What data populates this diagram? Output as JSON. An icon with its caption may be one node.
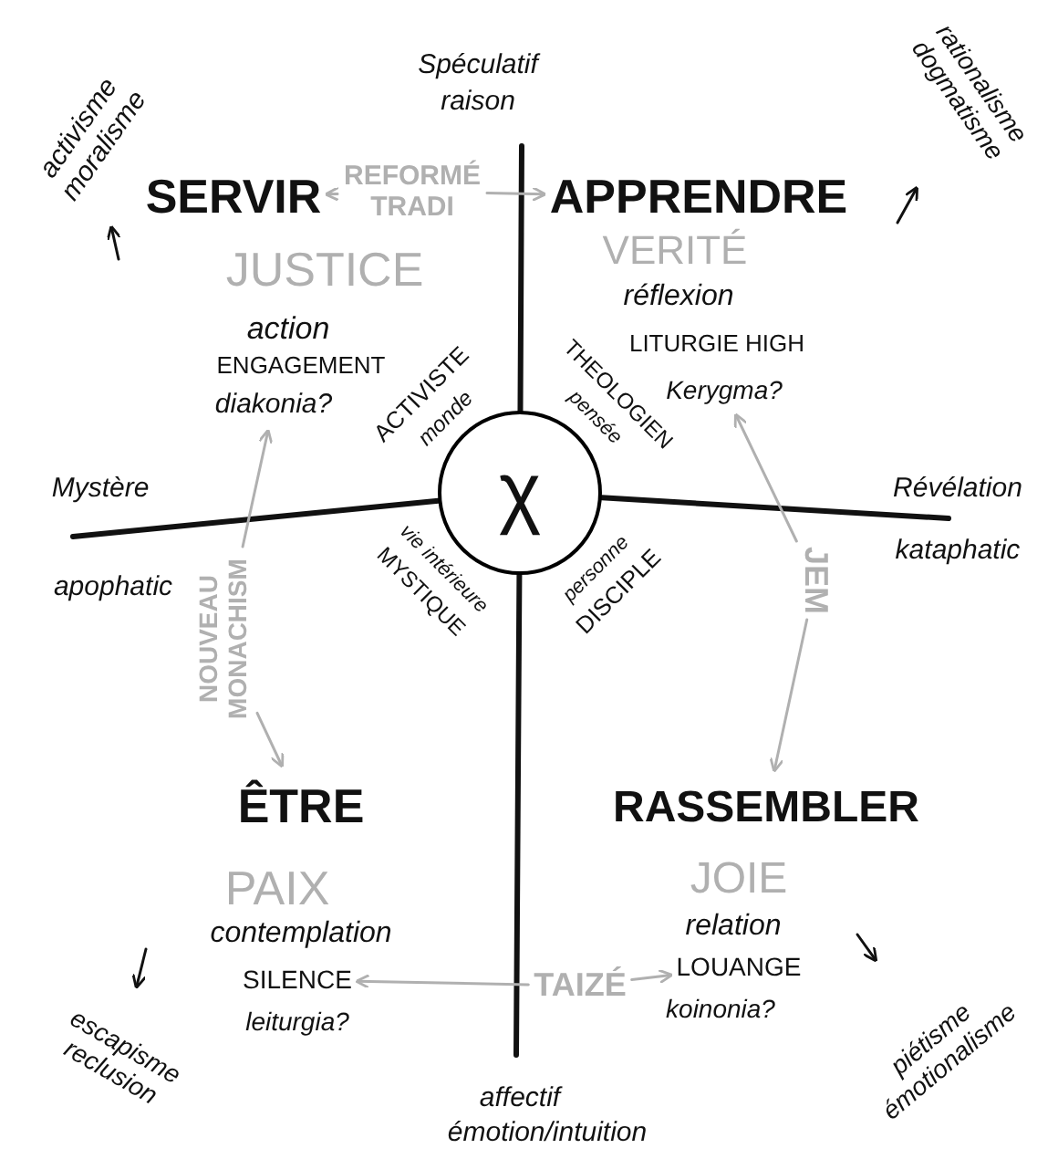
{
  "diagram": {
    "nodes": [
      {
        "text": [
          "χ"
        ]
      },
      {
        "text": [
          "REFORMÉ TRADI"
        ]
      },
      {
        "text": [
          "SERVIR"
        ]
      },
      {
        "text": [
          "APPRENDRE"
        ]
      },
      {
        "text": [
          "activisme moralisme"
        ]
      },
      {
        "text": [
          "rationalisme dogmatisme"
        ]
      },
      {
        "text": [
          "diakonia?"
        ]
      },
      {
        "text": [
          "Kerygma?"
        ]
      },
      {
        "text": [
          "NOUVEAU MONACHISM"
        ]
      },
      {
        "text": [
          "JEM"
        ]
      },
      {
        "text": [
          "ÊTRE"
        ]
      },
      {
        "text": [
          "RASSEMBLER"
        ]
      },
      {
        "text": [
          "SILENCE"
        ]
      },
      {
        "text": [
          "TAIZÉ"
        ]
      },
      {
        "text": [
          "LOUANGE"
        ]
      },
      {
        "text": [
          "escapisme reclusion"
        ]
      },
      {
        "text": [
          "piétisme émotionalisme"
        ]
      }
    ],
    "edges": [
      {
        "from": 0,
        "to": null,
        "arrow": "none",
        "style": "thick"
      },
      {
        "from": 0,
        "to": null,
        "arrow": "none",
        "style": "thick"
      },
      {
        "from": 0,
        "to": null,
        "arrow": "none",
        "style": "thick"
      },
      {
        "from": 0,
        "to": null,
        "arrow": "none",
        "style": "thick"
      },
      {
        "from": 1,
        "to": 2,
        "arrow": "to",
        "color": "#b0b0b0"
      },
      {
        "from": 1,
        "to": 3,
        "arrow": "to",
        "color": "#b0b0b0"
      },
      {
        "from": null,
        "to": 4,
        "arrow": "to"
      },
      {
        "from": null,
        "to": 5,
        "arrow": "to"
      },
      {
        "from": 8,
        "to": 6,
        "arrow": "to",
        "color": "#b0b0b0"
      },
      {
        "from": 8,
        "to": 10,
        "arrow": "to",
        "color": "#b0b0b0"
      },
      {
        "from": 9,
        "to": 7,
        "arrow": "to",
        "color": "#b0b0b0"
      },
      {
        "from": 9,
        "to": 11,
        "arrow": "to",
        "color": "#b0b0b0"
      },
      {
        "from": 13,
        "to": 12,
        "arrow": "to",
        "color": "#b0b0b0"
      },
      {
        "from": 13,
        "to": 14,
        "arrow": "to",
        "color": "#b0b0b0"
      },
      {
        "from": null,
        "to": 15,
        "arrow": "to"
      },
      {
        "from": null,
        "to": 16,
        "arrow": "to"
      }
    ],
    "labels": [
      "Spéculatif",
      "raison",
      "JUSTICE",
      "VERITÉ",
      "action",
      "réflexion",
      "ENGAGEMENT",
      "LITURGIE HIGH",
      "ACTIVISTE",
      "THEOLOGIEN",
      "monde",
      "pensée",
      "Mystère",
      "Révélation",
      "apophatic",
      "kataphatic",
      "vie intérieure",
      "personne",
      "MYSTIQUE",
      "DISCIPLE",
      "PAIX",
      "JOIE",
      "contemplation",
      "relation",
      "leiturgia?",
      "koinonia?",
      "affectif",
      "émotion/intuition"
    ]
  }
}
